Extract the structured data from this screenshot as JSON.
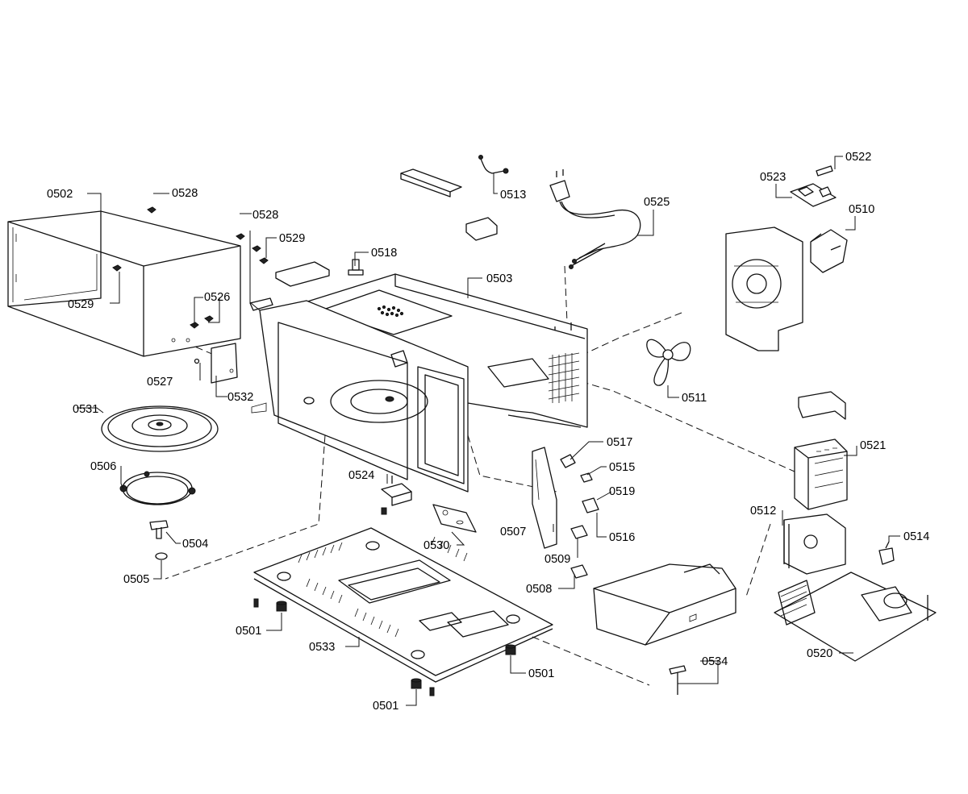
{
  "parts": {
    "p0501a": "0501",
    "p0501b": "0501",
    "p0501c": "0501",
    "p0502": "0502",
    "p0503": "0503",
    "p0504": "0504",
    "p0505": "0505",
    "p0506": "0506",
    "p0507": "0507",
    "p0508": "0508",
    "p0509": "0509",
    "p0510": "0510",
    "p0511": "0511",
    "p0512": "0512",
    "p0513": "0513",
    "p0514": "0514",
    "p0515": "0515",
    "p0516": "0516",
    "p0517": "0517",
    "p0518": "0518",
    "p0519": "0519",
    "p0520": "0520",
    "p0521": "0521",
    "p0522": "0522",
    "p0523": "0523",
    "p0524": "0524",
    "p0525": "0525",
    "p0526": "0526",
    "p0527": "0527",
    "p0528a": "0528",
    "p0528b": "0528",
    "p0529a": "0529",
    "p0529b": "0529",
    "p0530": "0530",
    "p0531": "0531",
    "p0532": "0532",
    "p0533": "0533",
    "p0534": "0534"
  }
}
